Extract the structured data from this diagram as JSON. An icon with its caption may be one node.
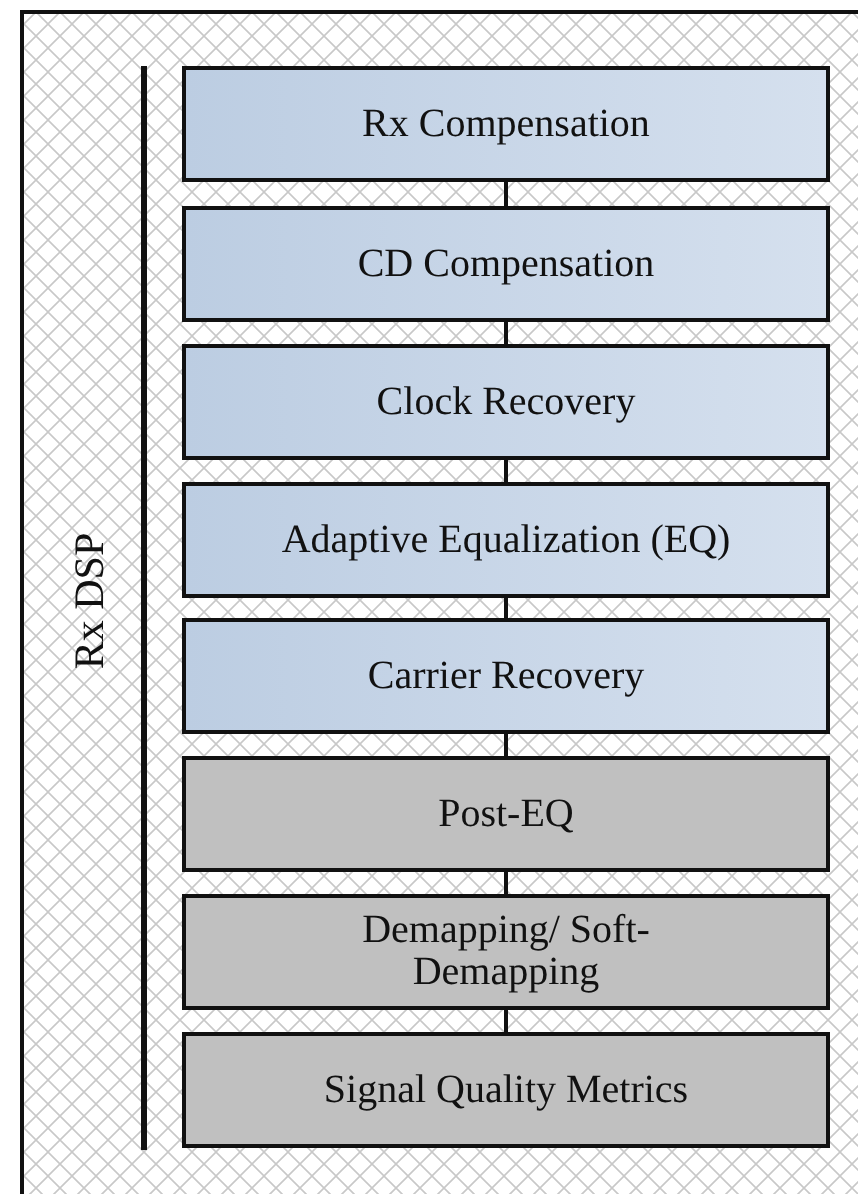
{
  "diagram": {
    "nodes": [
      {
        "text": [
          "Rx Compensation"
        ]
      },
      {
        "text": [
          "CD Compensation"
        ]
      },
      {
        "text": [
          "Clock Recovery"
        ]
      },
      {
        "text": [
          "Adaptive Equalization (EQ)"
        ]
      },
      {
        "text": [
          "Carrier Recovery"
        ]
      },
      {
        "text": [
          "Post-EQ"
        ]
      },
      {
        "text": [
          "Demapping/ Soft-Demapping"
        ]
      },
      {
        "text": [
          "Signal Quality Metrics"
        ]
      }
    ],
    "edges": [
      {
        "from": 0,
        "to": 1,
        "arrow": "none"
      },
      {
        "from": 1,
        "to": 2,
        "arrow": "none"
      },
      {
        "from": 2,
        "to": 3,
        "arrow": "none"
      },
      {
        "from": 3,
        "to": 4,
        "arrow": "none"
      },
      {
        "from": 4,
        "to": 5,
        "arrow": "none"
      },
      {
        "from": 5,
        "to": 6,
        "arrow": "none"
      },
      {
        "from": 6,
        "to": 7,
        "arrow": "none"
      }
    ],
    "labels": [
      "Rx DSP"
    ]
  }
}
